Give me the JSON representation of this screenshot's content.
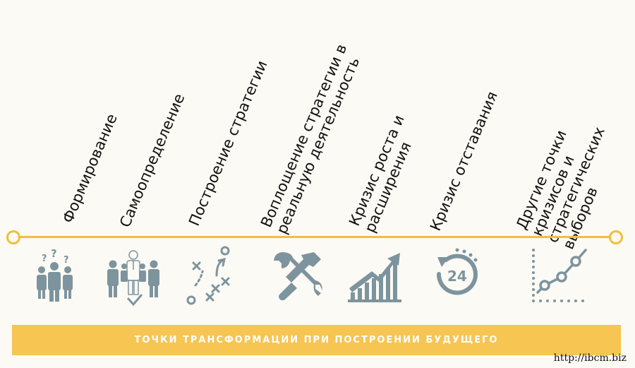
{
  "stages": [
    {
      "label": "Формирование",
      "icon": "group-question-icon"
    },
    {
      "label": "Самоопределение",
      "icon": "team-selection-icon"
    },
    {
      "label": "Построение стратегии",
      "icon": "strategy-play-icon"
    },
    {
      "label": "Воплощение стратегии в\nреальную деятельность",
      "icon": "wrench-screwdriver-icon"
    },
    {
      "label": "Кризис роста и\nрасширения",
      "icon": "growth-chart-icon"
    },
    {
      "label": "Кризис отставания",
      "icon": "clock-24-icon"
    },
    {
      "label": "Другие точки кризисов и\nстратегических выборов",
      "icon": "line-graph-icon"
    }
  ],
  "banner": {
    "text": "ТОЧКИ ТРАНСФОРМАЦИИ ПРИ ПОСТРОЕНИИ БУДУЩЕГО"
  },
  "footer": {
    "url": "http://ibcm.biz"
  },
  "colors": {
    "timeline": "#f2be3c",
    "banner": "#f6c552",
    "icon": "#7d949e",
    "background": "#fcfaf4"
  }
}
